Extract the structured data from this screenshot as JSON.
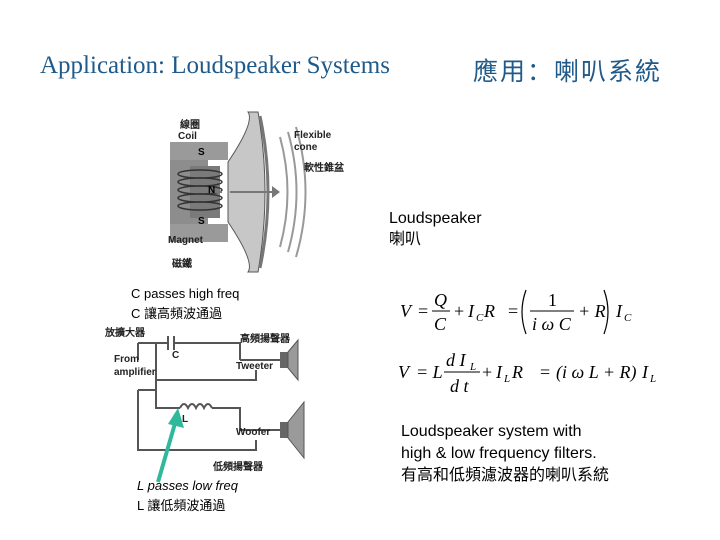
{
  "title": {
    "en": "Application:  Loudspeaker Systems",
    "zh": "應用：喇叭系統"
  },
  "speaker_figure": {
    "coil_zh": "線圈",
    "coil_en": "Coil",
    "cone_en_1": "Flexible",
    "cone_en_2": "cone",
    "cone_zh": "軟性錐盆",
    "magnet_en": "Magnet",
    "magnet_zh": "磁鐵",
    "pole_s_top": "S",
    "pole_n": "N",
    "pole_s_bottom": "S"
  },
  "speaker_label": {
    "en": "Loudspeaker",
    "zh": "喇叭"
  },
  "c_note": {
    "en": "C passes high freq",
    "zh": "C 讓高頻波通過"
  },
  "circuit": {
    "amp_zh": "放擴大器",
    "from": "From",
    "amplifier": "amplifier",
    "cap_label": "C",
    "ind_label": "L",
    "tweeter_zh": "高頻揚聲器",
    "tweeter": "Tweeter",
    "woofer": "Woofer",
    "woofer_zh": "低頻揚聲器"
  },
  "l_note": {
    "en": "L passes low freq",
    "zh": "L 讓低頻波通過"
  },
  "system_caption": {
    "line1": "Loudspeaker system with",
    "line2": "high & low frequency filters.",
    "line3": "有高和低頻濾波器的喇叭系統"
  },
  "equations": {
    "eq1": {
      "lhs": "V",
      "eq": "=",
      "num": "Q",
      "den": "C",
      "plus": "+",
      "i": "I",
      "i_sub": "C",
      "r": "R",
      "one": "1",
      "den2": "i ω C",
      "plus2": "+ R",
      "i2": "I",
      "i2_sub": "C"
    },
    "eq2": {
      "lhs": "V",
      "eq": "= L",
      "num": "d I",
      "num_sub": "L",
      "den": "d t",
      "plus": "+",
      "i": "I",
      "i_sub": "L",
      "r": "R",
      "paren": "(i ω L + R)",
      "i2": "I",
      "i2_sub": "L"
    }
  }
}
